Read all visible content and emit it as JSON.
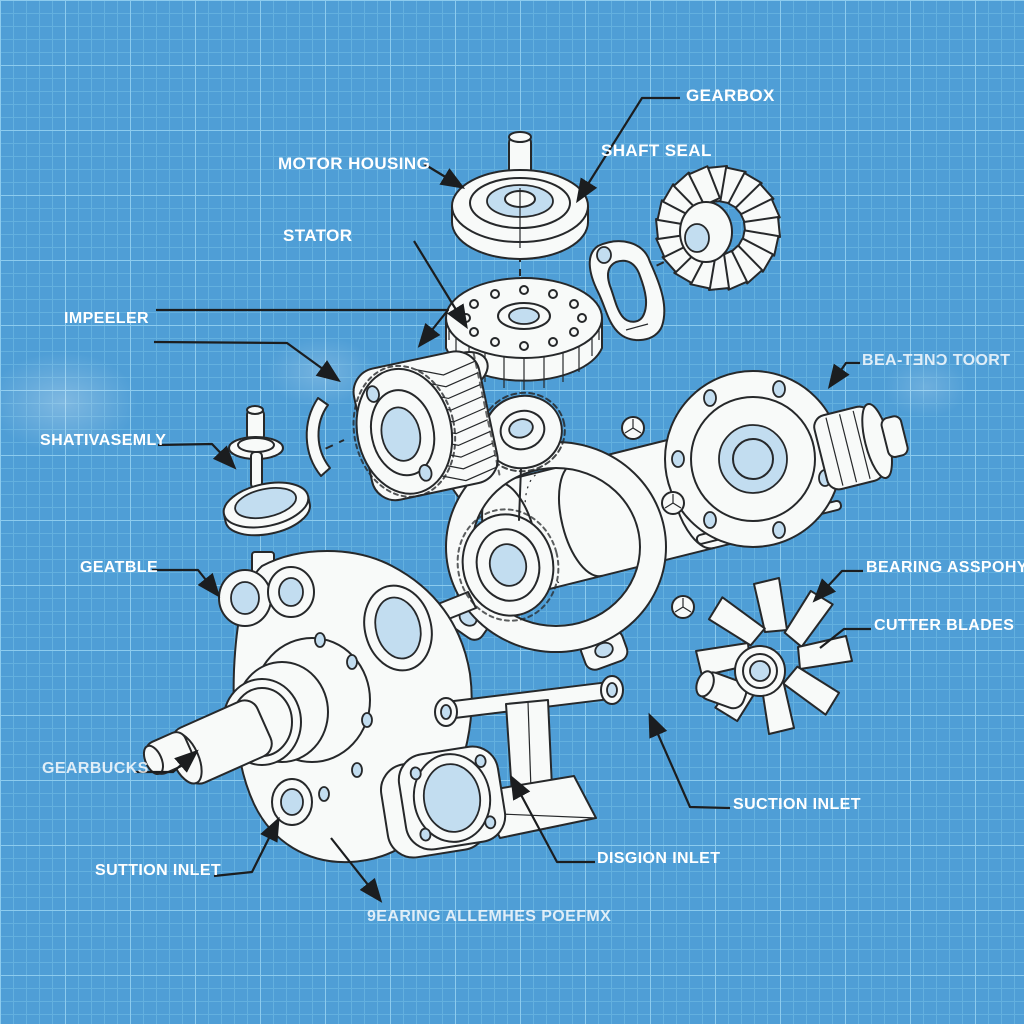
{
  "colors": {
    "background": "#4f9ed6",
    "grid_minor": "#63b0df",
    "grid_major": "#8ccbee",
    "line": "#26282a",
    "part": "#f8faf9",
    "hole": "#c2ddf0",
    "label": "#ffffff",
    "leader": "#1b1d1f"
  },
  "labels": {
    "gearbox": "GEARBOX",
    "shaft_seal": "SHAFT SEAL",
    "motor_housing": "MOTOR HOUSING",
    "stator": "STATOR",
    "impeller": "IMPEELER",
    "bearing_support": "BEA-TƎNƆ TOORT",
    "shaft_assembly": "SHATIVASEMLY",
    "gear_table": "GEATBLE",
    "bearing_assembly": "BEARING ASSPOHY",
    "cutter_blades": "CUTTER BLADES",
    "gearbox_lower": "GEARBUCKS",
    "suction_inlet_right": "SUCTION INLET",
    "discharge_inlet": "DISGION INLET",
    "suction_inlet_left": "SUTTION INLET",
    "bearing_assemblies_bottom": "9EARING ALLEMHES POEFMX"
  }
}
